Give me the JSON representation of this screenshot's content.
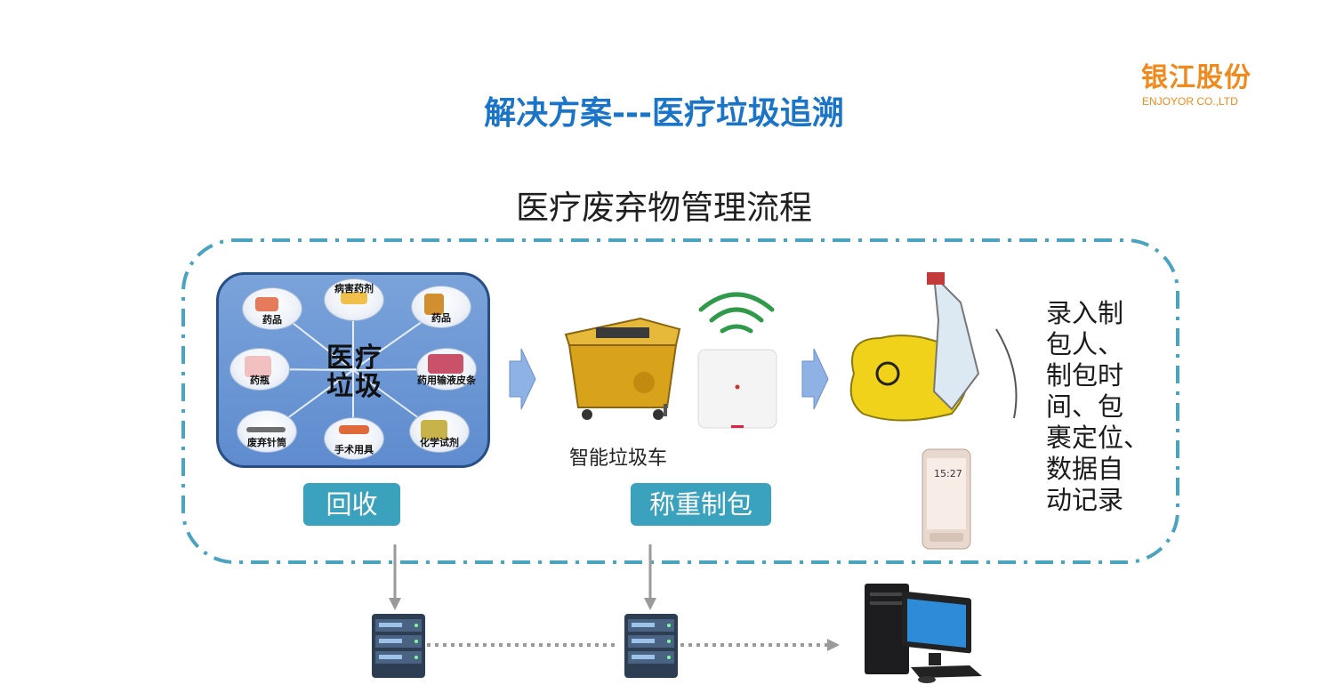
{
  "brand": {
    "name_cn": "银江股份",
    "name_en": "ENJOYOR CO.,LTD",
    "color": "#f08a1c"
  },
  "slide_title": "解决方案---医疗垃圾追溯",
  "section_title": "医疗废弃物管理流程",
  "waste_card": {
    "center_line1": "医疗",
    "center_line2": "垃圾",
    "categories": [
      "药品",
      "病害药剂",
      "药品",
      "药瓶",
      "药用输液皮条",
      "废弃针筒",
      "手术用具",
      "化学试剂"
    ]
  },
  "steps": [
    {
      "label": "回收"
    },
    {
      "label": "称重制包"
    }
  ],
  "devices": {
    "cart_label": "智能垃圾车"
  },
  "phone_time": "15:27",
  "record_text": "录入制\n包人、\n制包时\n间、包\n裹定位、\n数据自\n动记录",
  "colors": {
    "title": "#1a74c8",
    "accent": "#3aa2bd",
    "dash_border": "#4aa3bf",
    "arrow": "#8fb2e4"
  },
  "icons": [
    "wifi-icon",
    "server-icon",
    "computer-icon",
    "arrow-right-icon",
    "phone-icon",
    "biohazard-bag-icon",
    "waste-cart-icon",
    "router-icon"
  ]
}
